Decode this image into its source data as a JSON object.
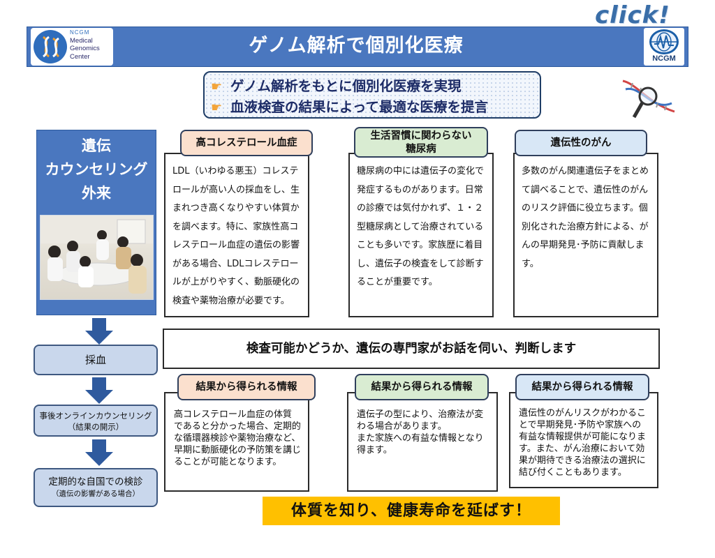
{
  "header": {
    "click_logo": "click!",
    "logo_ncgm": "NCGM",
    "logo_line1": "Medical",
    "logo_line2": "Genomics",
    "logo_line3": "Center",
    "title": "ゲノム解析で個別化医療",
    "ncgm_label": "NCGM"
  },
  "subtitle": {
    "line1": "ゲノム解析をもとに個別化医療を実現",
    "line2": "血液検査の結果によって最適な医療を提言"
  },
  "left": {
    "title": "遺伝\nカウンセリング\n外来",
    "step1": "採血",
    "step2_line1": "事後オンラインカウンセリング",
    "step2_line2": "（結果の開示）",
    "step3_line1": "定期的な自国での検診",
    "step3_line2": "（遺伝の影響がある場合）"
  },
  "cards_top": [
    {
      "tag": "高コレステロール血症",
      "text": "LDL（いわゆる悪玉）コレステロールが高い人の採血をし、生まれつき高くなりやすい体質かを調べます。特に、家族性高コレステロール血症の遺伝の影響がある場合、LDLコレステロールが上がりやすく、動脈硬化の検査や薬物治療が必要です。"
    },
    {
      "tag": "生活習慣に関わらない\n糖尿病",
      "text": "糖尿病の中には遺伝子の変化で発症するものがあります。日常の診療では気付かれず、１・２型糖尿病として治療されていることも多いです。家族歴に着目し、遺伝子の検査をして診断することが重要です。"
    },
    {
      "tag": "遺伝性のがん",
      "text": "多数のがん関連遺伝子をまとめて調べることで、遺伝性のがんのリスク評価に役立ちます。個別化された治療方針による、がんの早期発見･予防に貢献します。"
    }
  ],
  "mid_banner": "検査可能かどうか、遺伝の専門家がお話を伺い、判断します",
  "cards_bottom": [
    {
      "tag": "結果から得られる情報",
      "text": "高コレステロール血症の体質であると分かった場合、定期的な循環器検診や薬物治療など、早期に動脈硬化の予防策を講じることが可能となります。"
    },
    {
      "tag": "結果から得られる情報",
      "text": "遺伝子の型により、治療法が変わる場合があります。\nまた家族への有益な情報となり得ます。"
    },
    {
      "tag": "結果から得られる情報",
      "text": "遺伝性のがんリスクがわかることで早期発見･予防や家族への有益な情報提供が可能になります。また、がん治療において効果が期待できる治療法の選択に結び付くこともあります。"
    }
  ],
  "bottom_banner": "体質を知り、健康寿命を延ばす！",
  "colors": {
    "header_blue": "#4a77bf",
    "step_box": "#c9d7ec",
    "tag_orange": "#fbe0ce",
    "tag_green": "#d9ecd2",
    "tag_blue": "#d8e7f6",
    "banner_yellow": "#ffc000"
  },
  "icons": [
    "pointing-hand-icon",
    "dna-magnifier-icon",
    "down-arrow-icon",
    "ncgm-globe-icon"
  ]
}
